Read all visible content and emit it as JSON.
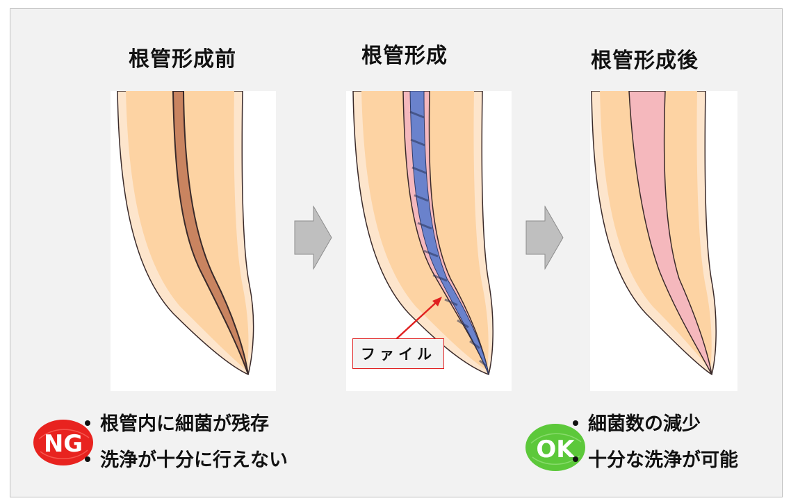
{
  "panels": [
    {
      "title": "根管形成前",
      "stage": "before"
    },
    {
      "title": "根管形成",
      "stage": "during",
      "annotation": "ファイル"
    },
    {
      "title": "根管形成後",
      "stage": "after"
    }
  ],
  "arrows": [
    "arrow-right",
    "arrow-right"
  ],
  "ng": {
    "badge": "NG",
    "badge_color": "#e8231f",
    "items": [
      "根管内に細菌が残存",
      "洗浄が十分に行えない"
    ]
  },
  "ok": {
    "badge": "OK",
    "badge_color": "#5cc83a",
    "items": [
      "細菌数の減少",
      "十分な洗浄が可能"
    ]
  },
  "colors": {
    "background": "#f2f2f2",
    "dentin": "#fdd3a3",
    "dentin_edge": "#fde5cc",
    "canal_before": "#c98460",
    "canal_after": "#f5b8bd",
    "file": "#6a82cc",
    "arrow": "#bfbfbf",
    "callout": "#e02020"
  }
}
